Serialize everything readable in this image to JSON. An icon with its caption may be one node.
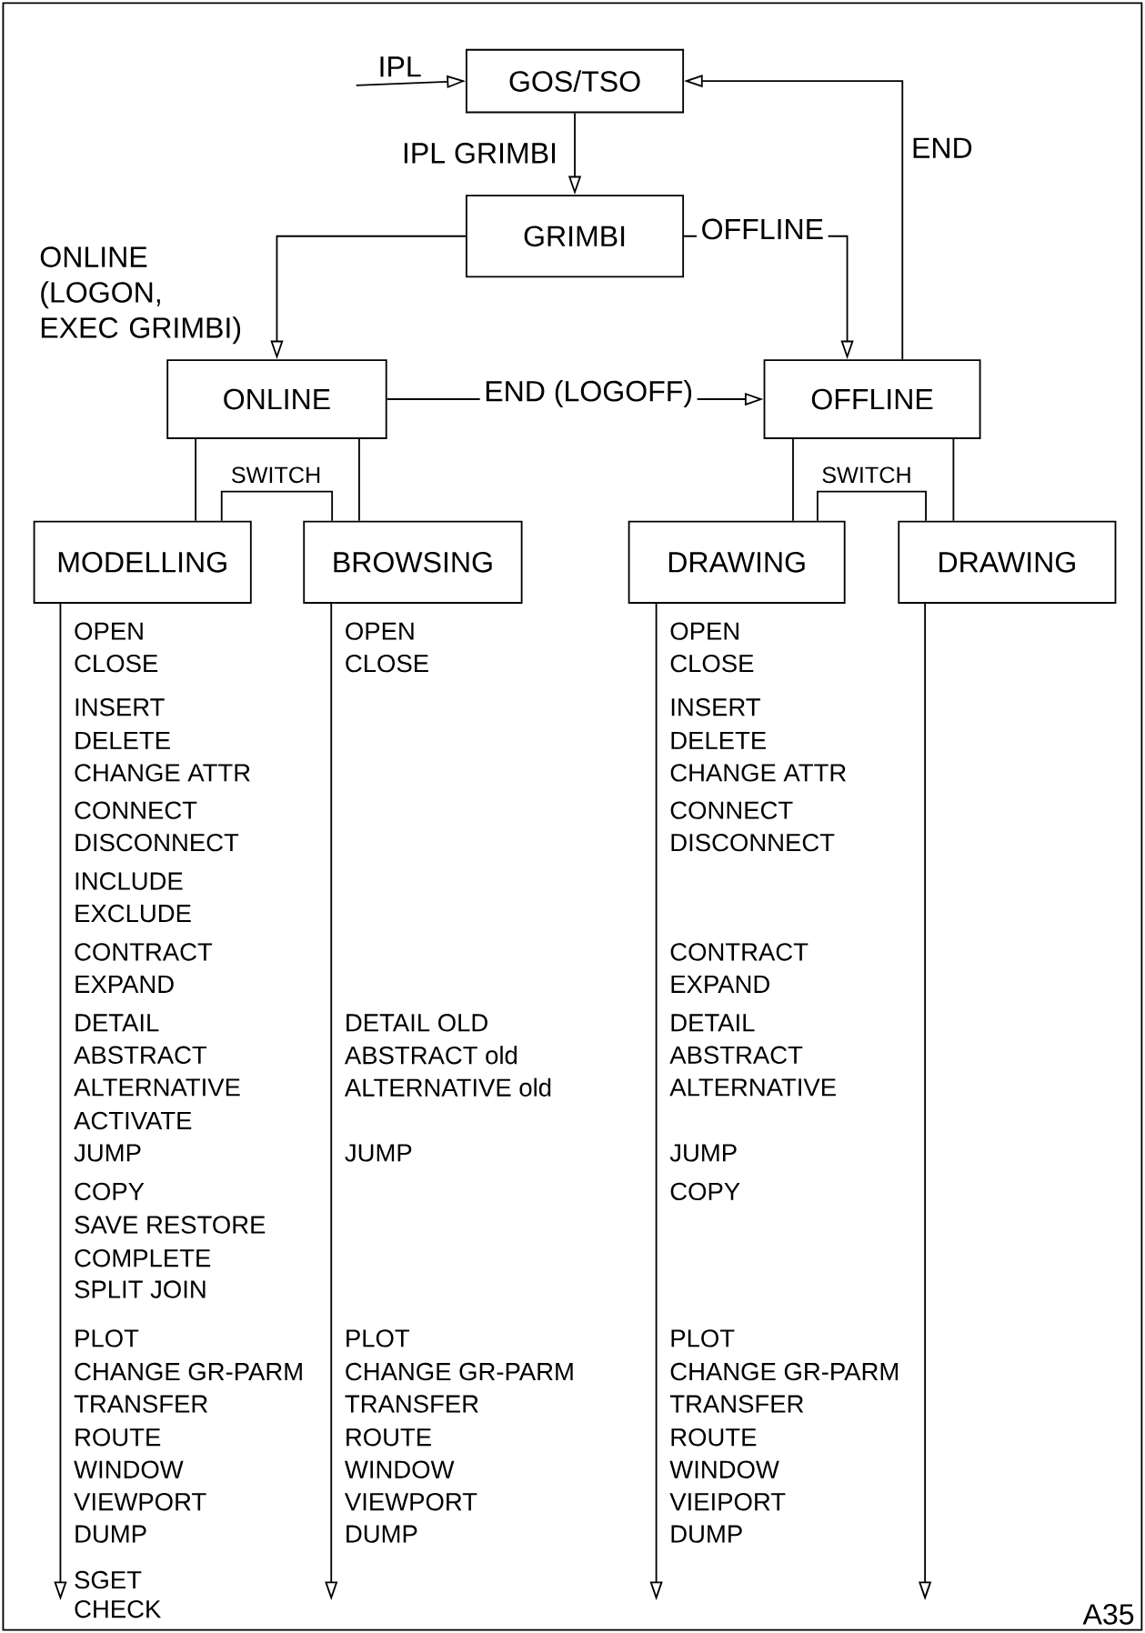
{
  "diagram": {
    "nodes": [
      {
        "text": [
          "GOS/TSO"
        ]
      },
      {
        "text": [
          "GRIMBI"
        ]
      },
      {
        "text": [
          "ONLINE"
        ]
      },
      {
        "text": [
          "OFFLINE"
        ]
      },
      {
        "text": [
          "MODELLING"
        ],
        "beside": [
          "OPEN",
          "CLOSE",
          "INSERT",
          "DELETE",
          "CHANGE ATTR",
          "CONNECT",
          "DISCONNECT",
          "INCLUDE",
          "EXCLUDE",
          "CONTRACT",
          "EXPAND",
          "DETAIL",
          "ABSTRACT",
          "ALTERNATIVE",
          "ACTIVATE",
          "JUMP",
          "COPY",
          "SAVE RESTORE",
          "COMPLETE",
          "SPLIT JOIN",
          "PLOT",
          "CHANGE GR-PARM",
          "TRANSFER",
          "ROUTE",
          "WINDOW",
          "VIEWPORT",
          "DUMP",
          "SGET",
          "CHECK"
        ]
      },
      {
        "text": [
          "BROWSING"
        ],
        "beside": [
          "OPEN",
          "CLOSE",
          "DETAIL OLD",
          "ABSTRACT old",
          "ALTERNATIVE old",
          "JUMP",
          "PLOT",
          "CHANGE GR-PARM",
          "TRANSFER",
          "ROUTE",
          "WINDOW",
          "VIEWPORT",
          "DUMP"
        ]
      },
      {
        "text": [
          "DRAWING"
        ],
        "beside": [
          "OPEN",
          "CLOSE",
          "INSERT",
          "DELETE",
          "CHANGE ATTR",
          "CONNECT",
          "DISCONNECT",
          "CONTRACT",
          "EXPAND",
          "DETAIL",
          "ABSTRACT",
          "ALTERNATIVE",
          "JUMP",
          "COPY",
          "PLOT",
          "CHANGE GR-PARM",
          "TRANSFER",
          "ROUTE",
          "WINDOW",
          "VIEIPORT",
          "DUMP"
        ]
      },
      {
        "text": [
          "DRAWING"
        ]
      }
    ],
    "edges": [
      {
        "from": null,
        "to": 0,
        "arrow": "to",
        "label": "IPL"
      },
      {
        "from": 0,
        "to": 1,
        "arrow": "to",
        "label": "IPL GRIMBI"
      },
      {
        "from": 1,
        "to": 2,
        "arrow": "to",
        "label": "ONLINE (LOGON, EXEC GRIMBI)"
      },
      {
        "from": 1,
        "to": 3,
        "arrow": "to",
        "label": "OFFLINE"
      },
      {
        "from": 2,
        "to": 3,
        "arrow": "to",
        "label": "END (LOGOFF)"
      },
      {
        "from": 3,
        "to": 0,
        "arrow": "to",
        "label": "END"
      },
      {
        "from": 2,
        "to": 4,
        "arrow": "none"
      },
      {
        "from": 2,
        "to": 5,
        "arrow": "none"
      },
      {
        "from": 4,
        "to": 5,
        "arrow": "none",
        "label": "SWITCH"
      },
      {
        "from": 3,
        "to": 6,
        "arrow": "none"
      },
      {
        "from": 3,
        "to": 7,
        "arrow": "none"
      },
      {
        "from": 6,
        "to": 7,
        "arrow": "none",
        "label": "SWITCH"
      },
      {
        "from": 4,
        "to": null,
        "arrow": "to"
      },
      {
        "from": 5,
        "to": null,
        "arrow": "to"
      },
      {
        "from": 6,
        "to": null,
        "arrow": "to"
      },
      {
        "from": 7,
        "to": null,
        "arrow": "to"
      }
    ],
    "labels": [
      "A35"
    ]
  }
}
